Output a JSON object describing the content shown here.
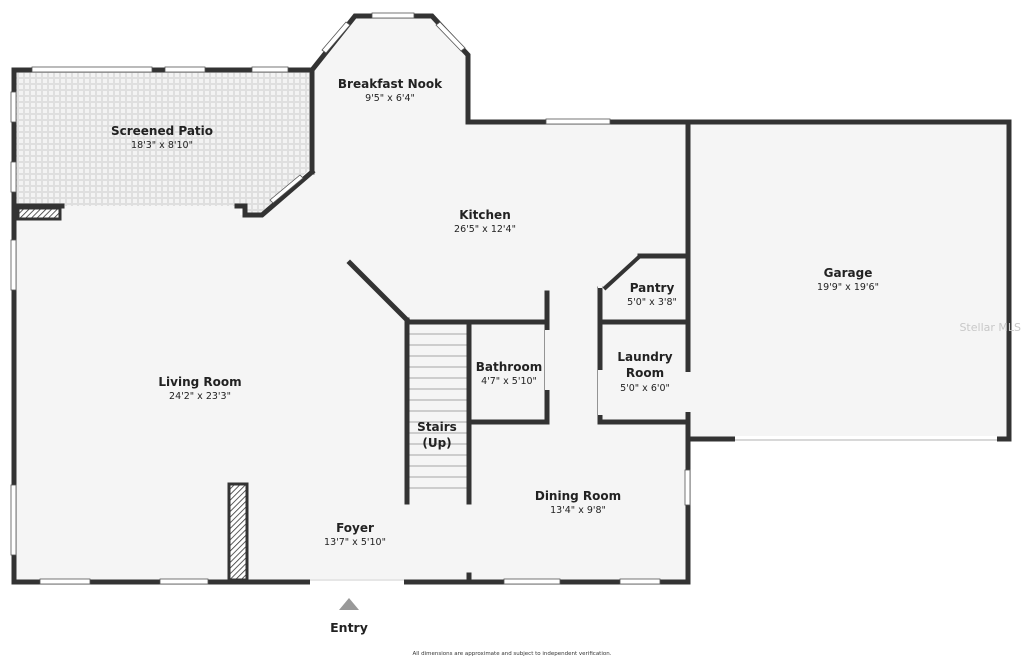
{
  "rooms": {
    "breakfast_nook": {
      "name": "Breakfast Nook",
      "dims": "9'5\" x 6'4\""
    },
    "screened_patio": {
      "name": "Screened Patio",
      "dims": "18'3\" x 8'10\""
    },
    "kitchen": {
      "name": "Kitchen",
      "dims": "26'5\" x 12'4\""
    },
    "garage": {
      "name": "Garage",
      "dims": "19'9\" x 19'6\""
    },
    "pantry": {
      "name": "Pantry",
      "dims": "5'0\" x 3'8\""
    },
    "laundry": {
      "name_line1": "Laundry",
      "name_line2": "Room",
      "dims": "5'0\" x 6'0\""
    },
    "bathroom": {
      "name": "Bathroom",
      "dims": "4'7\" x 5'10\""
    },
    "living_room": {
      "name": "Living Room",
      "dims": "24'2\" x 23'3\""
    },
    "stairs": {
      "name_line1": "Stairs",
      "name_line2": "(Up)"
    },
    "dining_room": {
      "name": "Dining Room",
      "dims": "13'4\" x 9'8\""
    },
    "foyer": {
      "name": "Foyer",
      "dims": "13'7\" x 5'10\""
    }
  },
  "entry_label": "Entry",
  "disclaimer": "All dimensions are approximate and subject to independent verification.",
  "watermark": "Stellar MLS",
  "colors": {
    "wall": "#333333",
    "floor": "#f5f5f5",
    "patio_tile": "#dcdcdc"
  }
}
